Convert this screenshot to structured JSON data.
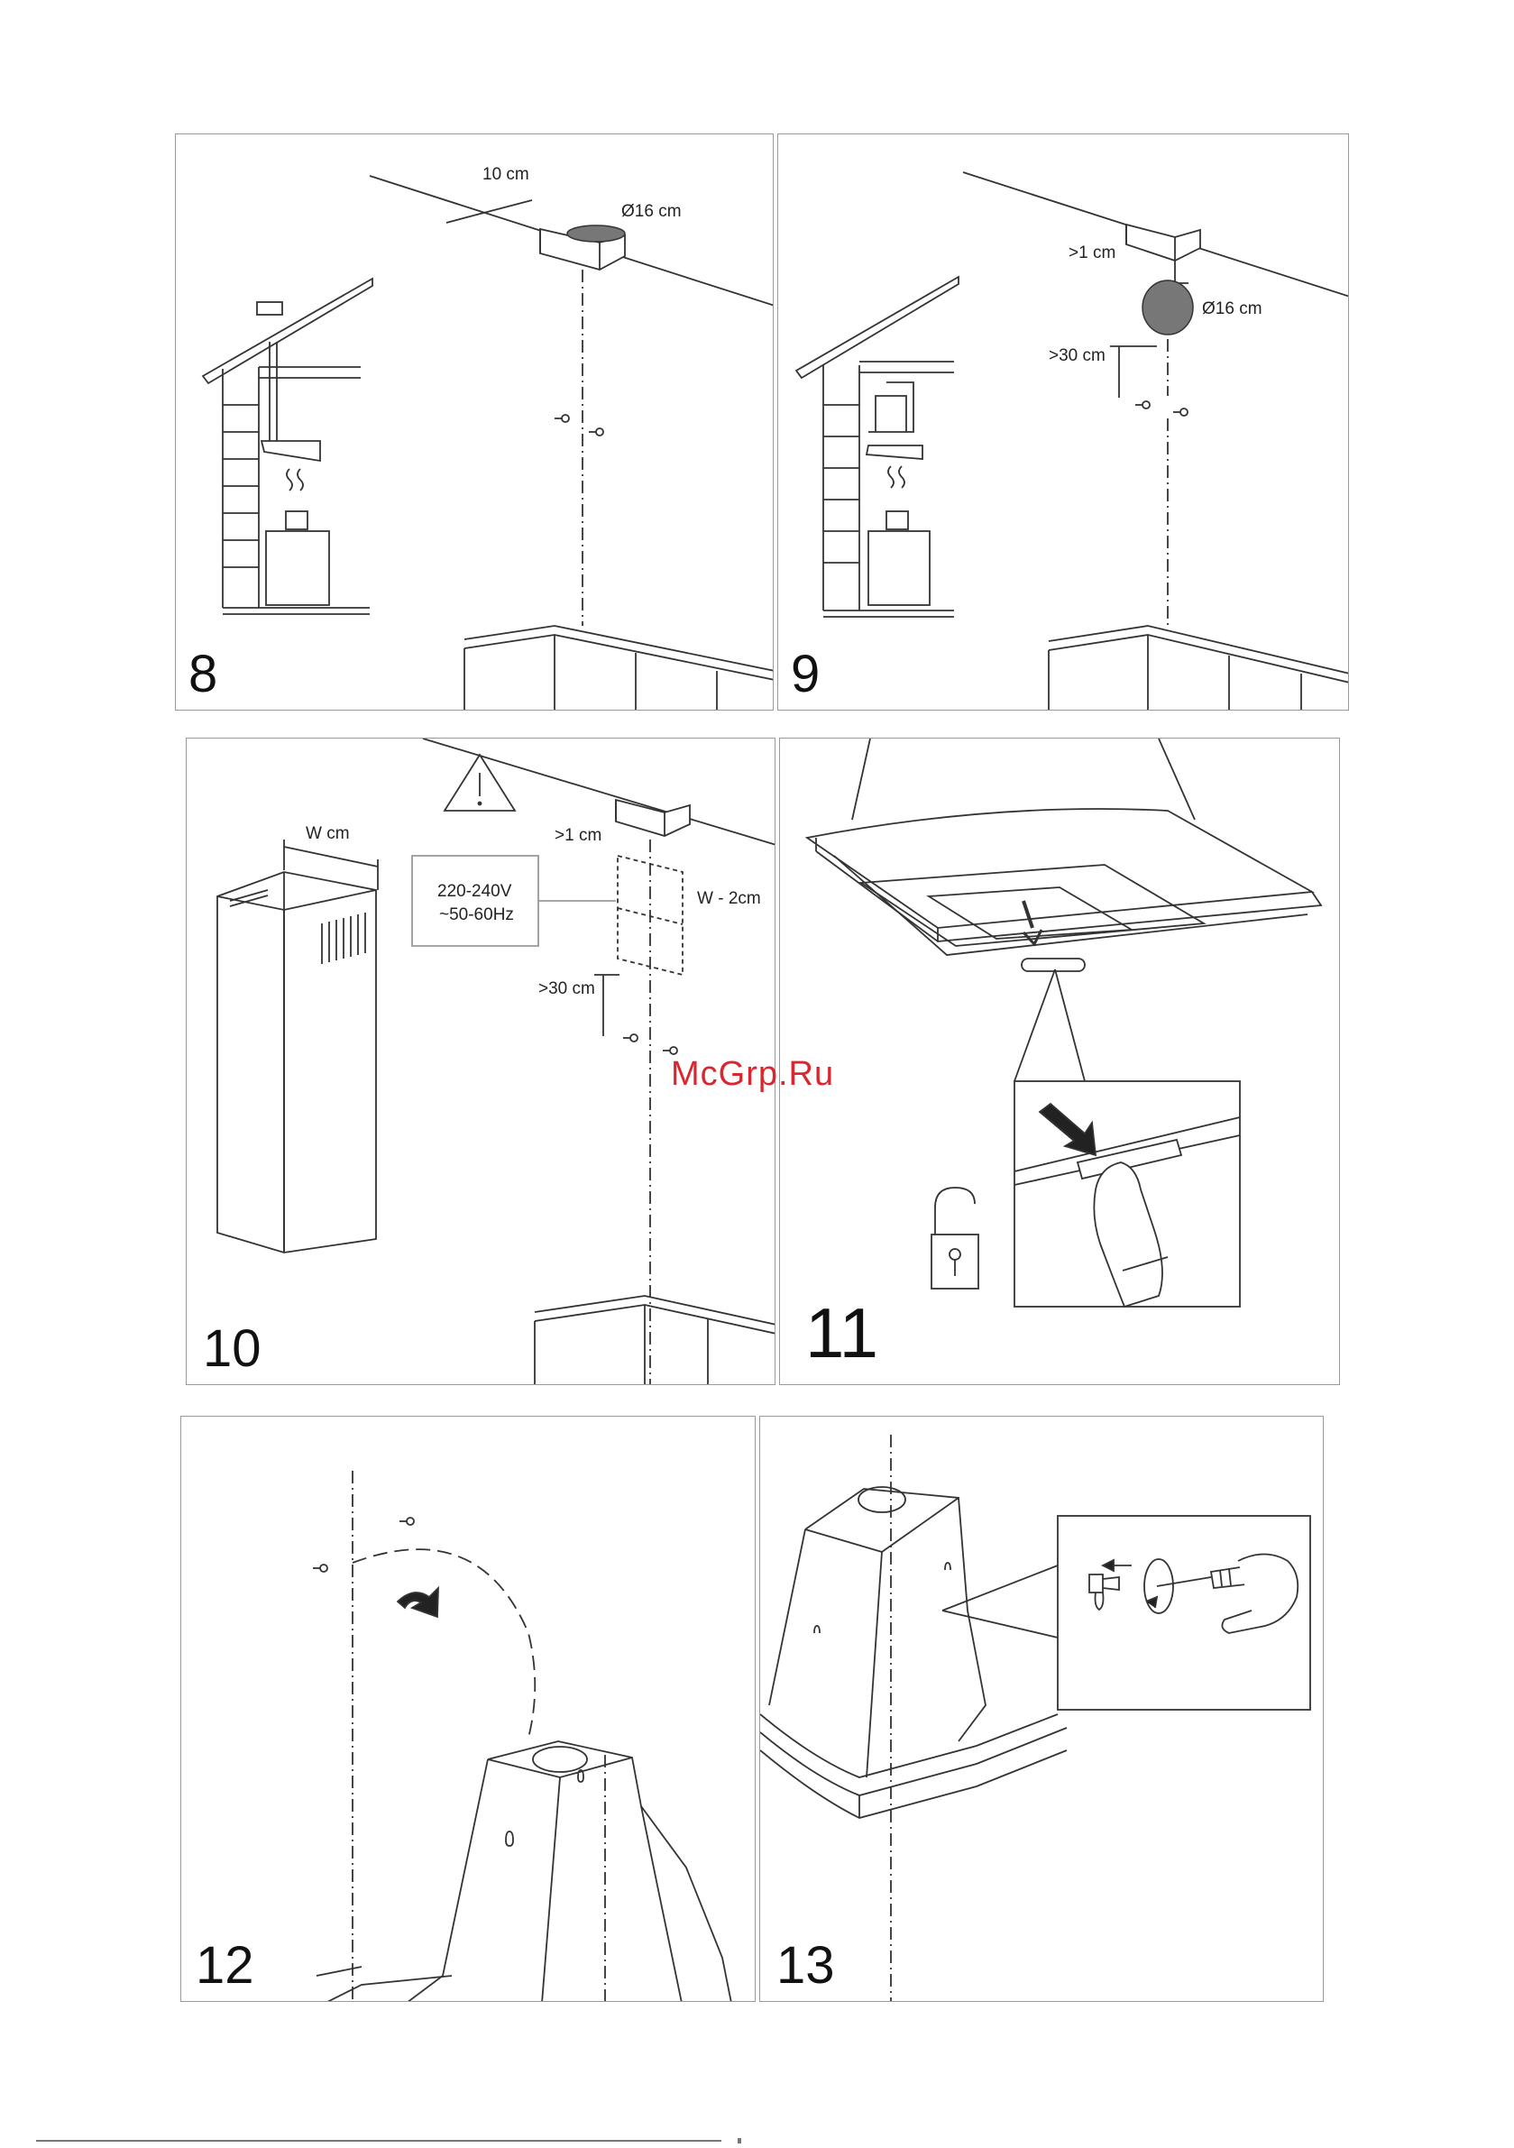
{
  "panels": {
    "p8": {
      "number": "8",
      "dim_top": "10 cm",
      "dim_hole": "Ø16 cm"
    },
    "p9": {
      "number": "9",
      "dim_bracket": ">1 cm",
      "dim_hole": "Ø16 cm",
      "dim_drop": ">30 cm"
    },
    "p10": {
      "number": "10",
      "dim_width": "W cm",
      "voltage": "220-240V",
      "frequency": "~50-60Hz",
      "dim_bracket": ">1 cm",
      "dim_socket": "W - 2cm",
      "dim_drop": ">30 cm"
    },
    "p11": {
      "number": "11"
    },
    "p12": {
      "number": "12"
    },
    "p13": {
      "number": "13"
    }
  },
  "watermark": "McGrp.Ru",
  "icons": [
    "warning-triangle-icon",
    "open-padlock-icon",
    "screw-icon",
    "rotate-arrow-icon",
    "press-arrow-icon",
    "hand-icon",
    "screwdriver-icon"
  ],
  "colors": {
    "line": "#333333",
    "frame": "#9a9a9a",
    "watermark": "#d9262f",
    "hole_fill": "#777777"
  }
}
